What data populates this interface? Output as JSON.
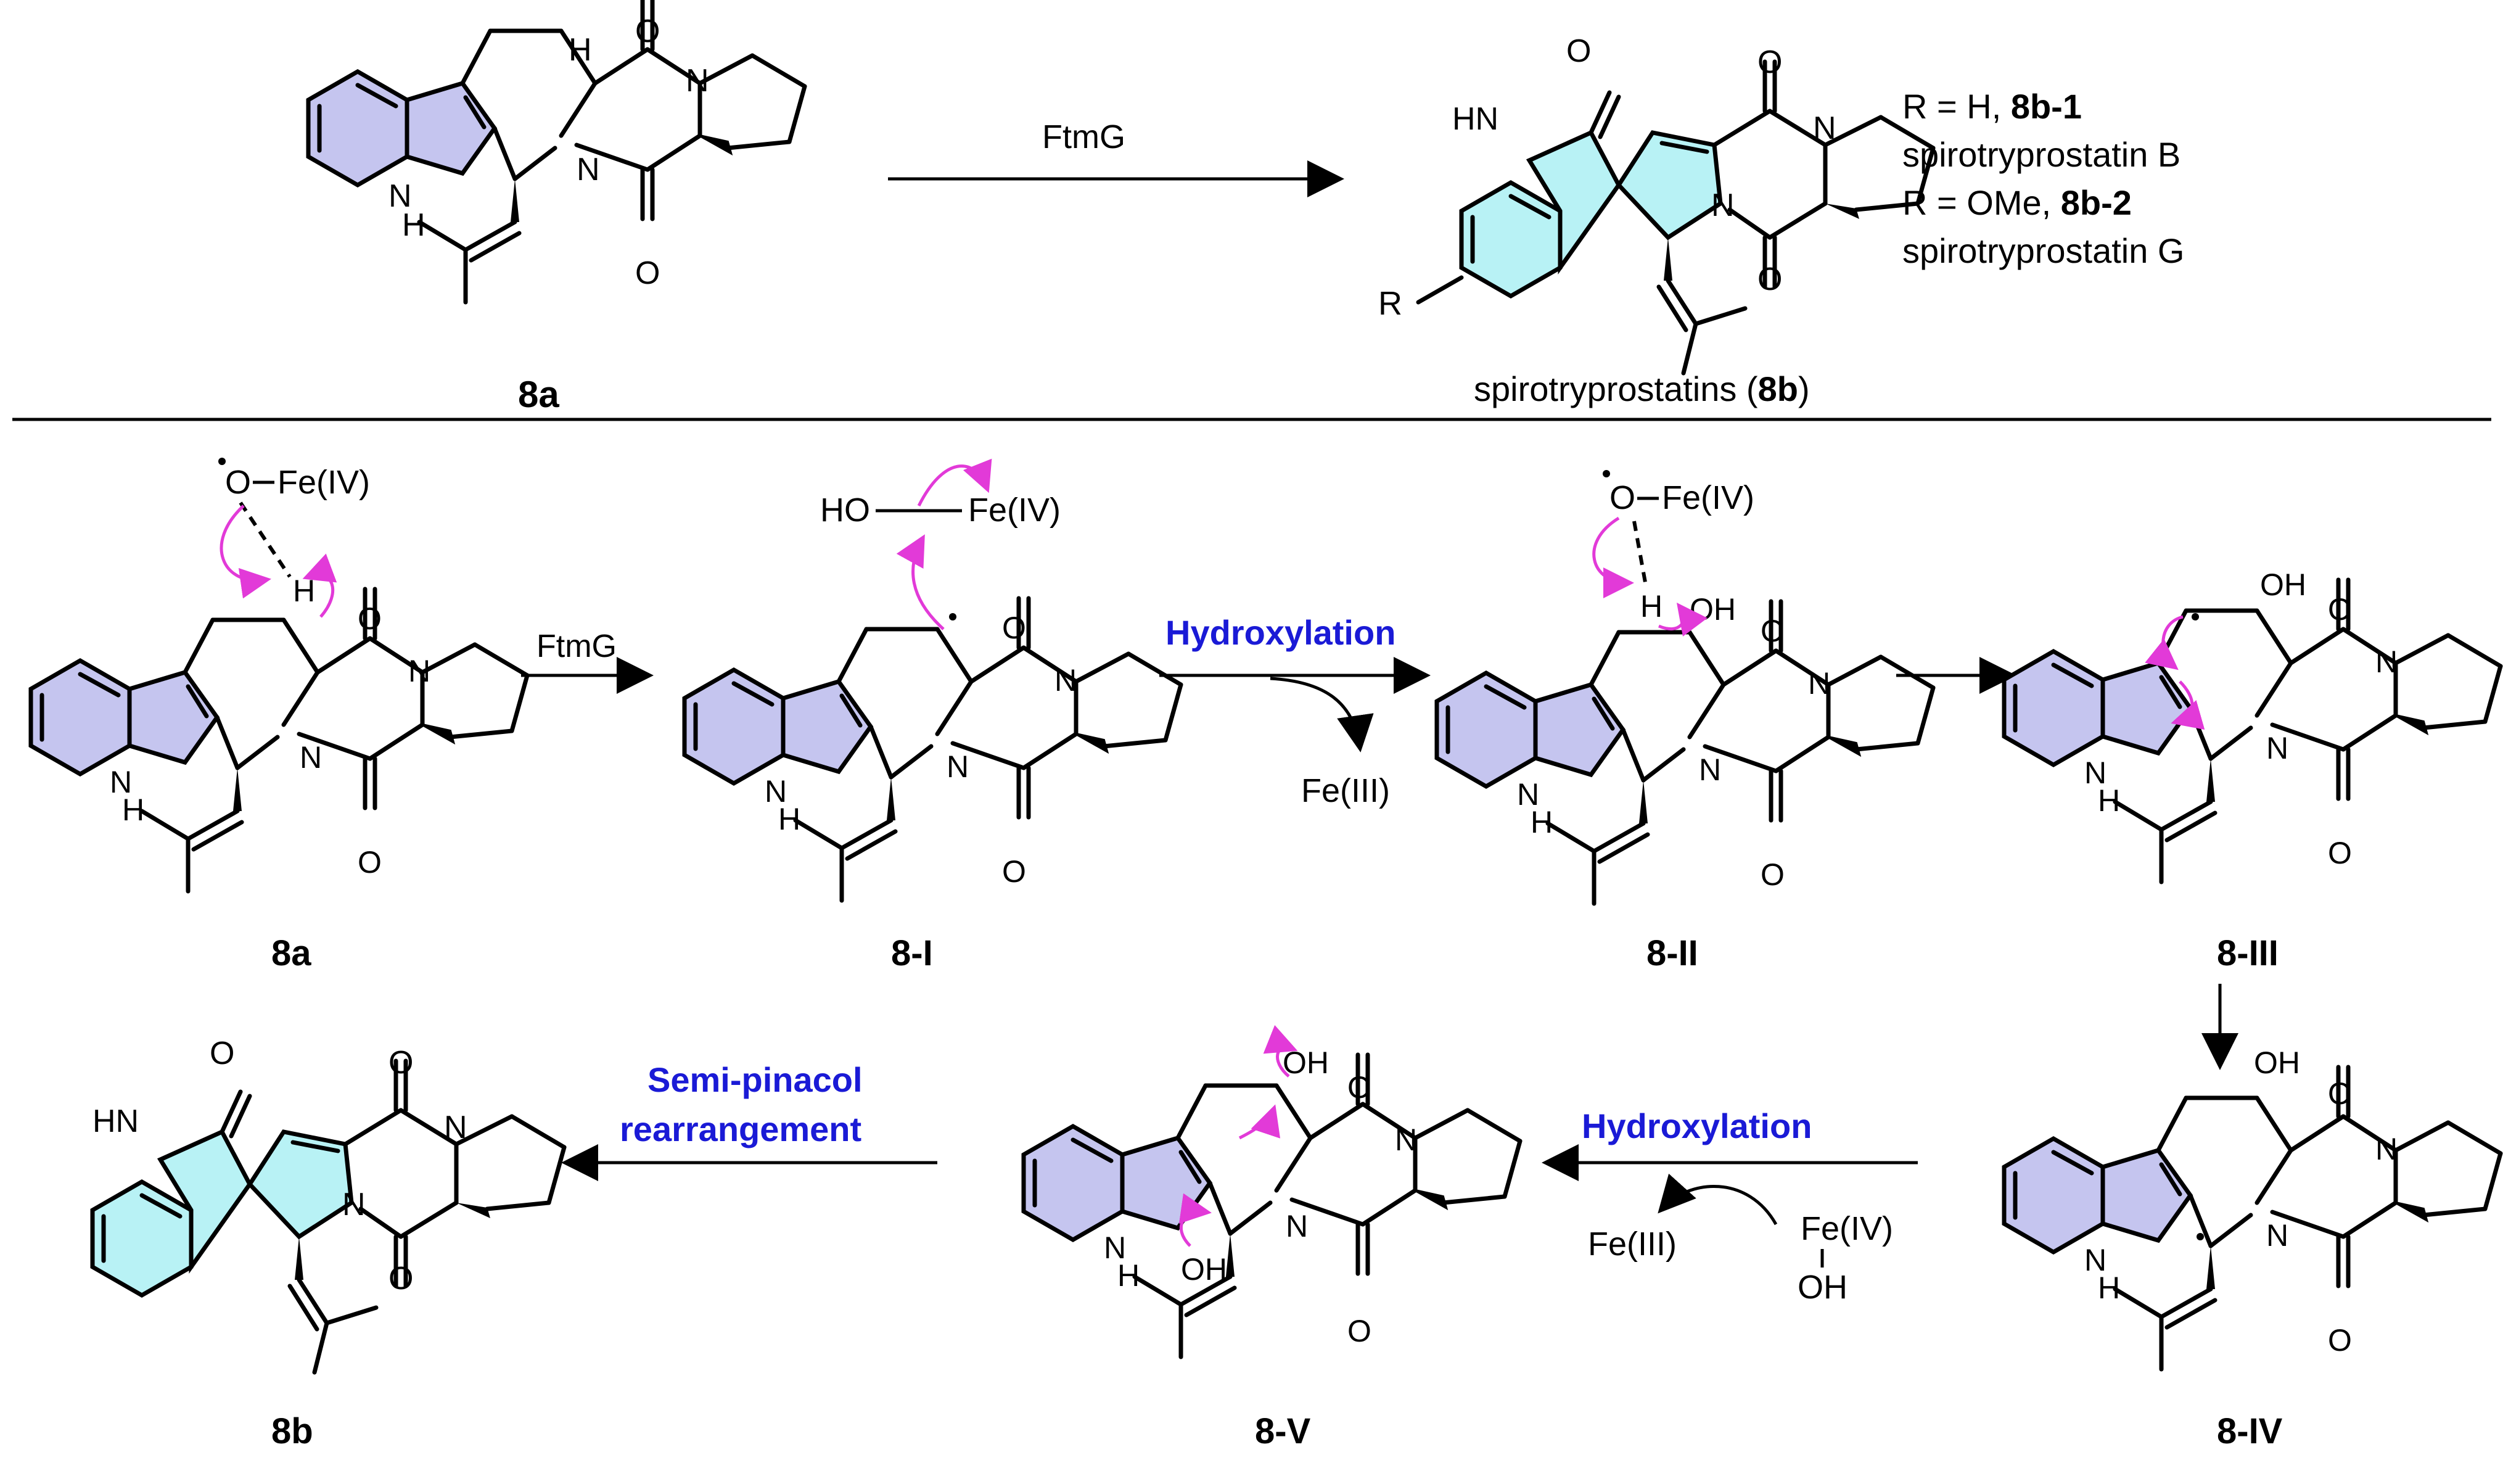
{
  "colors": {
    "benzene_fill": "#c5c5ef",
    "pyrrole_fill": "#c5c5ef",
    "spiro_fill": "#b8f2f5",
    "curly_arrow": "#e23ad8",
    "step_label": "#1a1ad6"
  },
  "top_reaction": {
    "reagent": "FtmG",
    "substrate_label": "8a",
    "product_label_prefix": "spirotryprostatins (",
    "product_label_id": "8b",
    "product_label_suffix": ")",
    "r_group": "R",
    "legend": {
      "line1_prefix": "R = H, ",
      "line1_id": "8b-1",
      "line2": "spirotryprostatin B",
      "line3_prefix": "R = OMe, ",
      "line3_id": "8b-2",
      "line4": "spirotryprostatin G"
    }
  },
  "atoms": {
    "O": "O",
    "N": "N",
    "H": "H",
    "NH": "NH",
    "HN": "HN",
    "OH": "OH",
    "HO": "HO"
  },
  "mechanism": {
    "iron_oxo": "O",
    "iron_iv": "Fe(IV)",
    "iron_iii": "Fe(III)",
    "ho_label": "HO",
    "reagent_1": "FtmG",
    "step_hydroxylation": "Hydroxylation",
    "step_semi_pinacol_1": "Semi-pinacol",
    "step_semi_pinacol_2": "rearrangement",
    "compounds": [
      "8a",
      "8-I",
      "8-II",
      "8-III",
      "8-IV",
      "8-V",
      "8b"
    ]
  }
}
